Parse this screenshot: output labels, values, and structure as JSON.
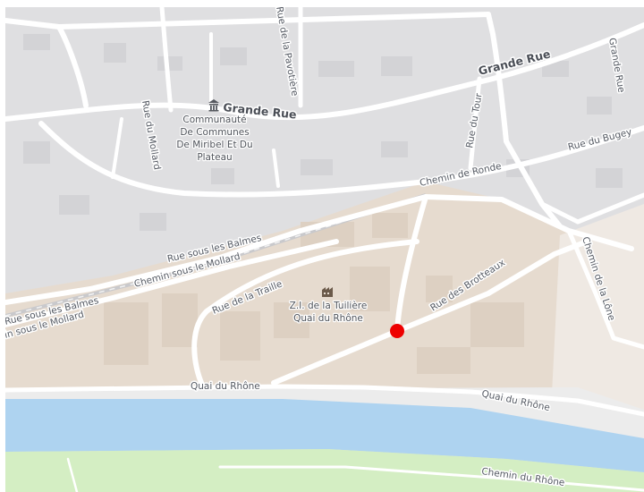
{
  "map": {
    "poi": {
      "communaute_lines": [
        "Communauté",
        "De Communes",
        "De Miribel Et Du",
        "Plateau"
      ],
      "zi_lines": [
        "Z.I. de la Tuilière",
        "Quai du Rhône"
      ]
    },
    "roads": {
      "grande_rue_center": "Grande Rue",
      "grande_rue_east": "Grande Rue",
      "grande_rue_north": "Grande Rue",
      "rue_de_la_pavotiere": "Rue de la Pavotière",
      "rue_du_tour": "Rue du Tour",
      "rue_du_bugey": "Rue du Bugey",
      "rue_du_mollard": "Rue du Mollard",
      "chemin_de_ronde": "Chemin de Ronde",
      "rue_sous_les_balmes_center": "Rue sous les Balmes",
      "rue_sous_les_balmes_west": "Rue sous les Balmes",
      "chemin_sous_le_mollard_center": "Chemin sous le Mollard",
      "chemin_sous_le_mollard_west": "in sous le Mollard",
      "rue_de_la_traille": "Rue de la Traille",
      "rue_des_brotteaux": "Rue des Brotteaux",
      "chemin_de_la_lone": "Chemin de la Lône",
      "quai_du_rhone_west": "Quai du Rhône",
      "quai_du_rhone_east": "Quai du Rhône",
      "chemin_du_rhone": "Chemin du Rhône"
    },
    "colors": {
      "urban": "#dfdfe1",
      "industrial": "#e6dbcf",
      "water": "#aed3f0",
      "park": "#d4eec3",
      "marker": "#ee0000"
    },
    "marker": "red-location-dot"
  }
}
